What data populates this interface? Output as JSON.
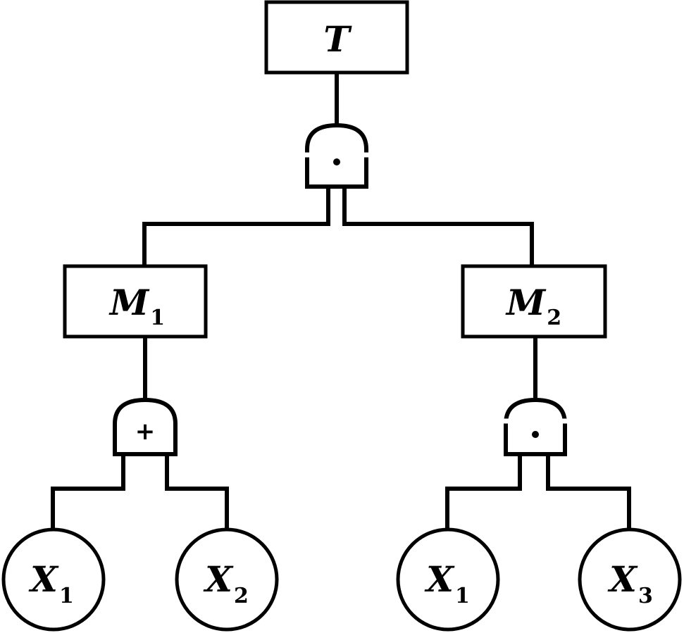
{
  "top_event": {
    "letter": "T"
  },
  "intermediate_events": [
    {
      "letter": "M",
      "sub": "1"
    },
    {
      "letter": "M",
      "sub": "2"
    }
  ],
  "gates": [
    {
      "type": "AND",
      "symbol": "·"
    },
    {
      "type": "OR",
      "symbol": "+"
    },
    {
      "type": "AND",
      "symbol": "·"
    }
  ],
  "basic_events": [
    {
      "letter": "X",
      "sub": "1"
    },
    {
      "letter": "X",
      "sub": "2"
    },
    {
      "letter": "X",
      "sub": "1"
    },
    {
      "letter": "X",
      "sub": "3"
    }
  ]
}
